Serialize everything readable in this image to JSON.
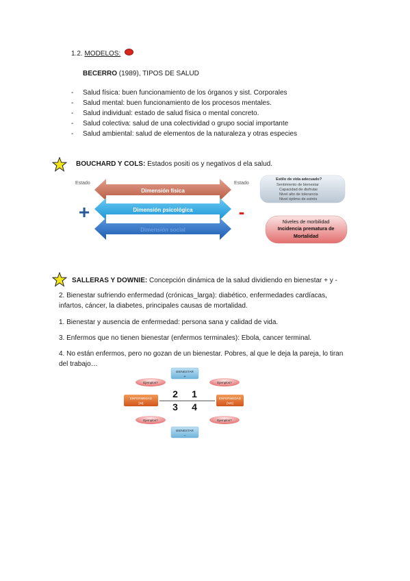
{
  "section": {
    "number": "1.2.",
    "title": "MODELOS:",
    "accent": "#d9261c"
  },
  "becerro": {
    "name": "BECERRO",
    "rest": " (1989), TIPOS DE SALUD"
  },
  "types": [
    "Salud física: buen funcionamiento de los órganos y sist. Corporales",
    "Salud mental: buen funcionamiento de los procesos mentales.",
    "Salud individual: estado de salud física o mental concreto.",
    "Salud colectiva: salud de una colectividad o grupo social importante",
    "Salud ambiental: salud de elementos de la naturaleza y otras especies"
  ],
  "bullet_char": "-",
  "bouchard": {
    "name": "BOUCHARD Y COLS:",
    "rest": " Estados positi os y negativos d ela salud.",
    "diagram": {
      "estado_left": "Estado",
      "estado_right": "Estado",
      "plus": "+",
      "minus": "-",
      "dimensions": [
        "Dimensión física",
        "Dimensión psicológica",
        "Dimensión social"
      ],
      "colors": [
        "#c9715c",
        "#2fa9e3",
        "#2c6fc4"
      ],
      "positive_box": {
        "title": "Estilo de vida adecuado?",
        "lines": [
          "Sentimiento de bienestar",
          "Capacidad de disfrutar",
          "Nivel alto de tolerancia",
          "Nivel óptimo de estrés"
        ]
      },
      "negative_box": {
        "lines": [
          "Niveles de morbilidad",
          "Incidencia prematura de",
          "Mortalidad"
        ]
      }
    }
  },
  "salleras": {
    "name": "SALLERAS Y DOWNIE:",
    "rest": " Concepción dinámica de la salud dividiendo en bienestar + y -"
  },
  "paragraphs": {
    "p2a": "2. Bienestar sufriendo enfermedad (crónicas_larga): diabético, enfermedades cardíacas,",
    "p2b": "infartos, cáncer, la diabetes, principales causas de mortalidad.",
    "p1": "1. Bienestar y ausencia de enfermedad: persona sana y calidad de vida.",
    "p3": "3. Enfermos que no tienen bienestar (enfermos terminales): Ebola, cancer terminal.",
    "p4a": "4. No están enfermos, pero no gozan de un bienestar. Pobres, al que le deja la pareja, lo tiran",
    "p4b": "del trabajo…"
  },
  "quadrant": {
    "bienestar_top": "BIENESTAR",
    "bienestar_top_sign": "+",
    "bienestar_bottom": "BIENESTAR",
    "bienestar_bottom_sign": "–",
    "enf_left": "ENFERMEDAD",
    "enf_left_sub": "[SI]",
    "enf_right": "ENFERMEDAD",
    "enf_right_sub": "[NO]",
    "examples": [
      "Ejemplos?",
      "Ejemplos?",
      "Ejemplos?",
      "Ejemplos?"
    ],
    "numbers": [
      "2",
      "1",
      "3",
      "4"
    ]
  }
}
